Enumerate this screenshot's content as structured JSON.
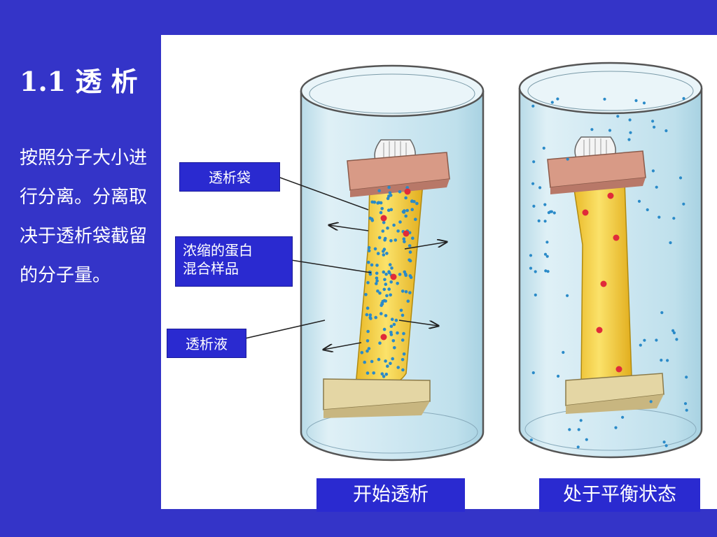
{
  "slide": {
    "title": "1.1 透 析",
    "description": "按照分子大小进行分离。分离取决于透析袋截留的分子量。"
  },
  "labels": {
    "bag": "透析袋",
    "sample_line1": "浓缩的蛋白",
    "sample_line2": "混合样品",
    "fluid": "透析液"
  },
  "captions": {
    "left": "开始透析",
    "right": "处于平衡状态"
  },
  "colors": {
    "background": "#3434c8",
    "label_bg": "#2a2ad0",
    "bag_fill": "#f2cc3c",
    "clamp_top": "#d89a86",
    "clamp_bottom": "#e4d6a4",
    "fluid": "#cfe8f2",
    "small_molecule": "#2a8ac8",
    "large_molecule": "#e02a3a"
  }
}
